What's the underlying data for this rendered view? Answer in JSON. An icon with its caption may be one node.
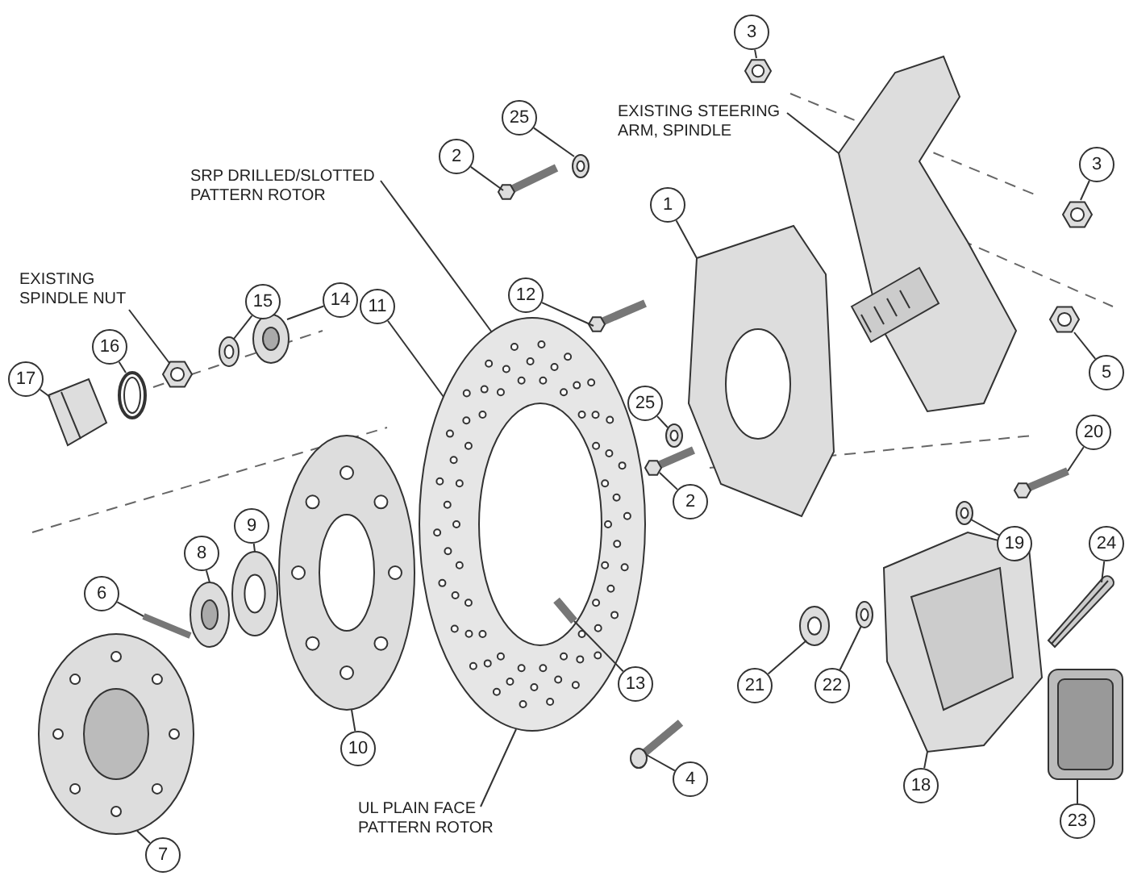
{
  "diagram": {
    "nodes": [
      {
        "text": [
          "3"
        ]
      },
      {
        "text": [
          "EXISTING STEERING ARM, SPINDLE"
        ]
      },
      {
        "text": [
          "2"
        ]
      },
      {
        "text": [
          "25"
        ]
      },
      {
        "text": [
          "3"
        ]
      },
      {
        "text": [
          "SRP DRILLED/SLOTTED PATTERN ROTOR"
        ]
      },
      {
        "text": [
          "1"
        ]
      },
      {
        "text": [
          "EXISTING SPINDLE NUT"
        ]
      },
      {
        "text": [
          "15"
        ]
      },
      {
        "text": [
          "14"
        ]
      },
      {
        "text": [
          "11"
        ]
      },
      {
        "text": [
          "12"
        ]
      },
      {
        "text": [
          "16"
        ]
      },
      {
        "text": [
          "5"
        ]
      },
      {
        "text": [
          "17"
        ]
      },
      {
        "text": [
          "25"
        ]
      },
      {
        "text": [
          "20"
        ]
      },
      {
        "text": [
          "2"
        ]
      },
      {
        "text": [
          "9"
        ]
      },
      {
        "text": [
          "8"
        ]
      },
      {
        "text": [
          "19"
        ]
      },
      {
        "text": [
          "24"
        ]
      },
      {
        "text": [
          "6"
        ]
      },
      {
        "text": [
          "21"
        ]
      },
      {
        "text": [
          "22"
        ]
      },
      {
        "text": [
          "13"
        ]
      },
      {
        "text": [
          "4"
        ]
      },
      {
        "text": [
          "18"
        ]
      },
      {
        "text": [
          "10"
        ]
      },
      {
        "text": [
          "UL PLAIN FACE PATTERN ROTOR"
        ]
      },
      {
        "text": [
          "23"
        ]
      },
      {
        "text": [
          "7"
        ]
      },
      {
        "text": [],
        "shape": "picture"
      },
      {
        "text": [],
        "shape": "picture"
      },
      {
        "text": [],
        "shape": "picture"
      },
      {
        "text": [],
        "shape": "picture"
      },
      {
        "text": [],
        "shape": "picture"
      },
      {
        "text": [],
        "shape": "picture"
      },
      {
        "text": [],
        "shape": "picture"
      },
      {
        "text": [],
        "shape": "picture"
      },
      {
        "text": [],
        "shape": "picture"
      },
      {
        "text": [],
        "shape": "picture"
      },
      {
        "text": [],
        "shape": "picture"
      },
      {
        "text": [],
        "shape": "picture"
      },
      {
        "text": [],
        "shape": "picture"
      },
      {
        "text": [],
        "shape": "picture"
      },
      {
        "text": [],
        "shape": "picture"
      },
      {
        "text": [],
        "shape": "picture"
      },
      {
        "text": [],
        "shape": "picture"
      },
      {
        "text": [],
        "shape": "picture"
      },
      {
        "text": [],
        "shape": "picture"
      },
      {
        "text": [],
        "shape": "picture"
      },
      {
        "text": [],
        "shape": "picture"
      },
      {
        "text": [],
        "shape": "picture"
      },
      {
        "text": [],
        "shape": "picture"
      },
      {
        "text": [],
        "shape": "picture"
      },
      {
        "text": [],
        "shape": "picture",
        "in": 37
      },
      {
        "text": [],
        "shape": "picture"
      },
      {
        "text": [],
        "shape": "picture"
      },
      {
        "text": [],
        "shape": "picture"
      },
      {
        "text": [],
        "shape": "picture"
      },
      {
        "text": [],
        "shape": "picture"
      }
    ],
    "edges": [
      {
        "from": 0,
        "to": 32,
        "arrow": "none"
      },
      {
        "from": 1,
        "to": 33,
        "arrow": "none"
      },
      {
        "from": 2,
        "to": 34,
        "arrow": "none"
      },
      {
        "from": 3,
        "to": 35,
        "arrow": "none"
      },
      {
        "from": 4,
        "to": 36,
        "arrow": "none"
      },
      {
        "from": 5,
        "to": 37,
        "arrow": "none"
      },
      {
        "from": 6,
        "to": 38,
        "arrow": "none"
      },
      {
        "from": 7,
        "to": 39,
        "arrow": "none"
      },
      {
        "from": 8,
        "to": 40,
        "arrow": "none"
      },
      {
        "from": 9,
        "to": 41,
        "arrow": "none"
      },
      {
        "from": 10,
        "to": 37,
        "arrow": "none"
      },
      {
        "from": 11,
        "to": 42,
        "arrow": "none"
      },
      {
        "from": 12,
        "to": 43,
        "arrow": "none"
      },
      {
        "from": 13,
        "to": 44,
        "arrow": "none"
      },
      {
        "from": 14,
        "to": 45,
        "arrow": "none"
      },
      {
        "from": 15,
        "to": 46,
        "arrow": "none"
      },
      {
        "from": 16,
        "to": 47,
        "arrow": "none"
      },
      {
        "from": 17,
        "to": 48,
        "arrow": "none"
      },
      {
        "from": 18,
        "to": 49,
        "arrow": "none"
      },
      {
        "from": 19,
        "to": 50,
        "arrow": "none"
      },
      {
        "from": 20,
        "to": 51,
        "arrow": "none"
      },
      {
        "from": 21,
        "to": 52,
        "arrow": "none"
      },
      {
        "from": 22,
        "to": 53,
        "arrow": "none"
      },
      {
        "from": 23,
        "to": 54,
        "arrow": "none"
      },
      {
        "from": 24,
        "to": 55,
        "arrow": "none"
      },
      {
        "from": 25,
        "to": 56,
        "arrow": "none"
      },
      {
        "from": 26,
        "to": 57,
        "arrow": "none"
      },
      {
        "from": 27,
        "to": 58,
        "arrow": "none"
      },
      {
        "from": 28,
        "to": 59,
        "arrow": "none"
      },
      {
        "from": 29,
        "to": 37,
        "arrow": "none"
      },
      {
        "from": 30,
        "to": 60,
        "arrow": "none"
      },
      {
        "from": 31,
        "to": 61,
        "arrow": "none"
      }
    ]
  }
}
